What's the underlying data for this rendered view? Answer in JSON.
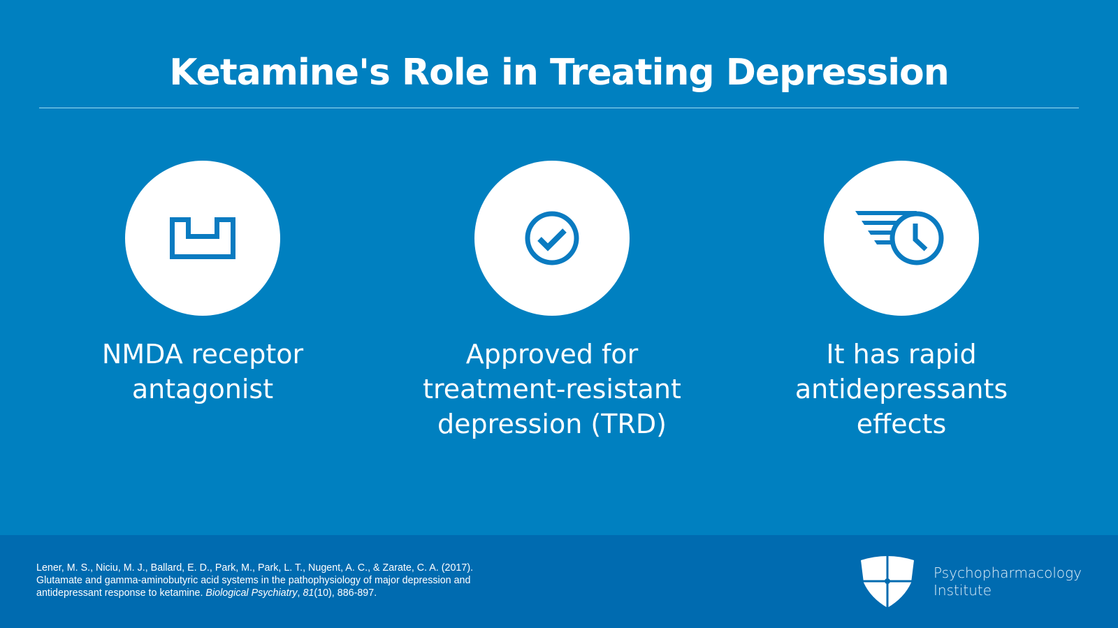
{
  "slide": {
    "title": "Ketamine's Role in Treating Depression",
    "colors": {
      "background": "#0080c0",
      "footer": "#006bb0",
      "icon": "#0a7bc1",
      "rule": "#9fdcf2"
    }
  },
  "cards": [
    {
      "icon": "nmda-receptor-icon",
      "lines": [
        "NMDA receptor",
        "antagonist"
      ]
    },
    {
      "icon": "check-circle-icon",
      "lines": [
        "Approved for",
        "treatment-resistant",
        "depression (TRD)"
      ]
    },
    {
      "icon": "fast-clock-icon",
      "lines": [
        "It has rapid",
        "antidepressants",
        "effects"
      ]
    }
  ],
  "footer": {
    "citation": {
      "line1": "Lener, M. S., Niciu, M. J., Ballard, E. D., Park, M., Park, L. T., Nugent, A. C., & Zarate, C. A. (2017).",
      "line2": "Glutamate and gamma-aminobutyric acid systems in the pathophysiology of major depression and",
      "line3_pre": "antidepressant response to ketamine. ",
      "journal": "Biological Psychiatry",
      "sep": ", ",
      "volume": "81",
      "rest": "(10), 886-897."
    },
    "logo": {
      "icon": "shield-cross-icon",
      "line1": "Psychopharmacology",
      "line2": "Institute"
    }
  }
}
